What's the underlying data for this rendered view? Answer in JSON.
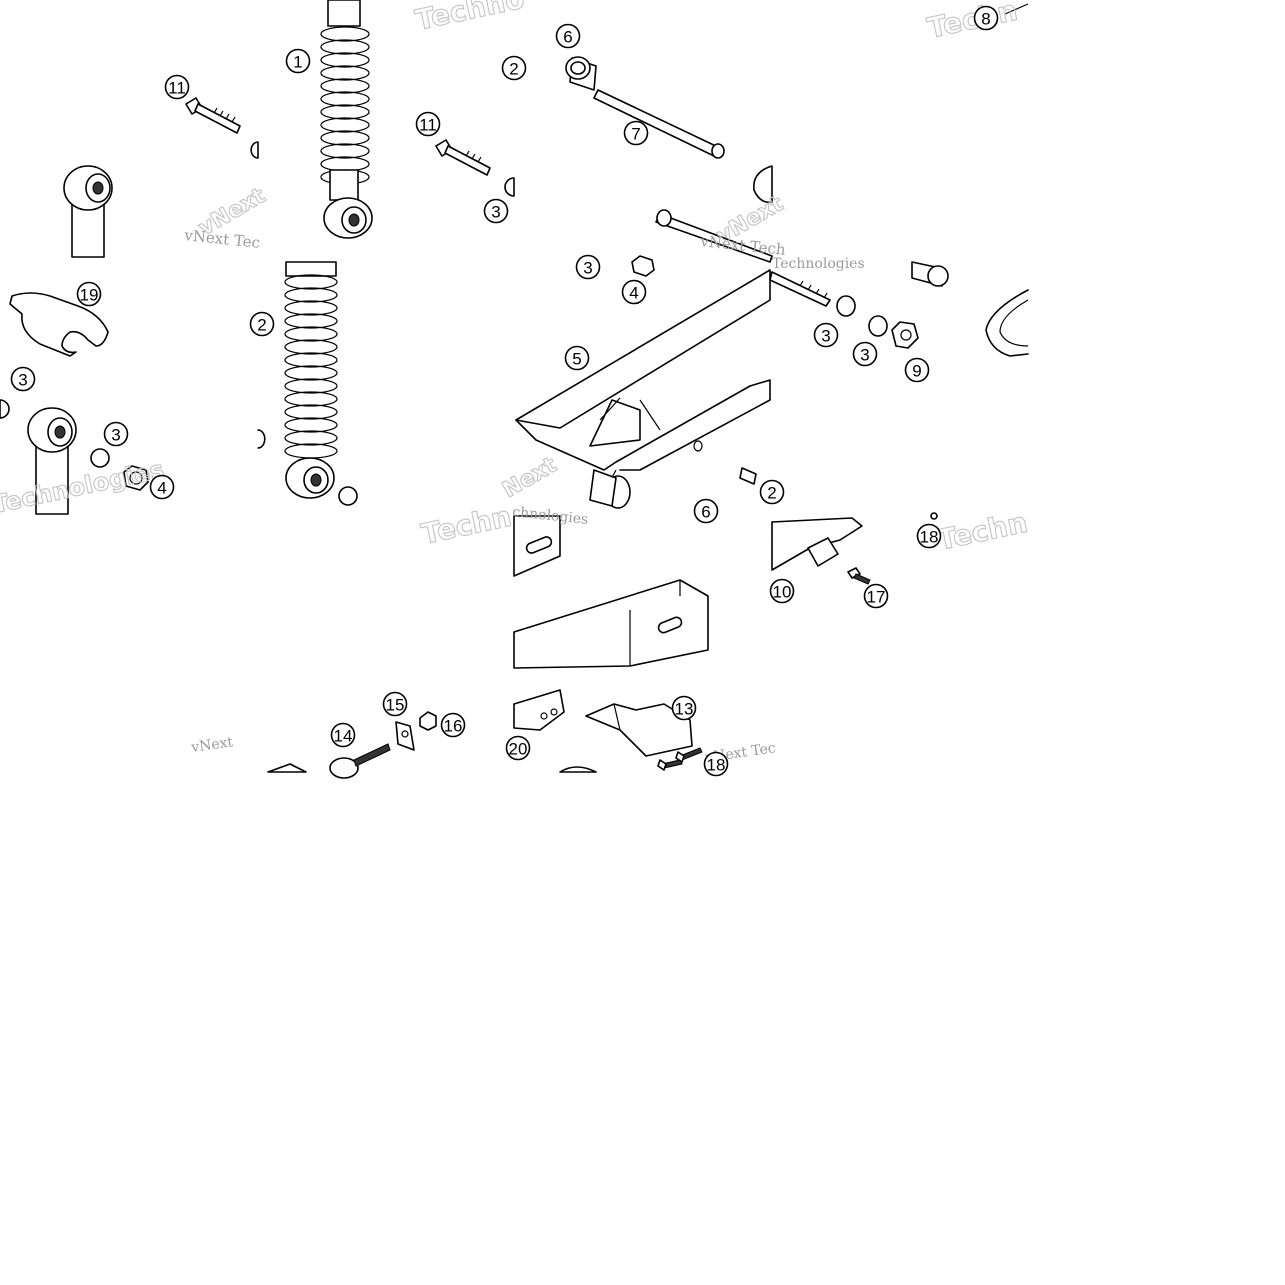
{
  "callouts": [
    {
      "label": "1"
    },
    {
      "label": "2"
    },
    {
      "label": "11"
    },
    {
      "label": "11"
    },
    {
      "label": "3"
    },
    {
      "label": "6"
    },
    {
      "label": "7"
    },
    {
      "label": "8"
    },
    {
      "label": "19"
    },
    {
      "label": "3"
    },
    {
      "label": "3"
    },
    {
      "label": "4"
    },
    {
      "label": "2"
    },
    {
      "label": "3"
    },
    {
      "label": "4"
    },
    {
      "label": "5"
    },
    {
      "label": "6"
    },
    {
      "label": "2"
    },
    {
      "label": "3"
    },
    {
      "label": "3"
    },
    {
      "label": "9"
    },
    {
      "label": "18"
    },
    {
      "label": "10"
    },
    {
      "label": "17"
    },
    {
      "label": "15"
    },
    {
      "label": "16"
    },
    {
      "label": "14"
    },
    {
      "label": "13"
    },
    {
      "label": "18"
    },
    {
      "label": "20"
    }
  ],
  "watermarks": {
    "vnext_tech": "vNext Tec",
    "vnext_tech_2": "vNext Tech",
    "technologies": "Technologies",
    "techno": "Techno",
    "techn": "Techn",
    "vnext": "vNext",
    "vnext_short": "vNext",
    "vnext_tec_3": "vNext Tec",
    "chnologies": "chnologies",
    "ghost_vnext": "vNext",
    "ghost_next": "Next"
  },
  "colors": {
    "line": "#000000",
    "watermark": "#9a9a9a",
    "background": "#ffffff"
  }
}
